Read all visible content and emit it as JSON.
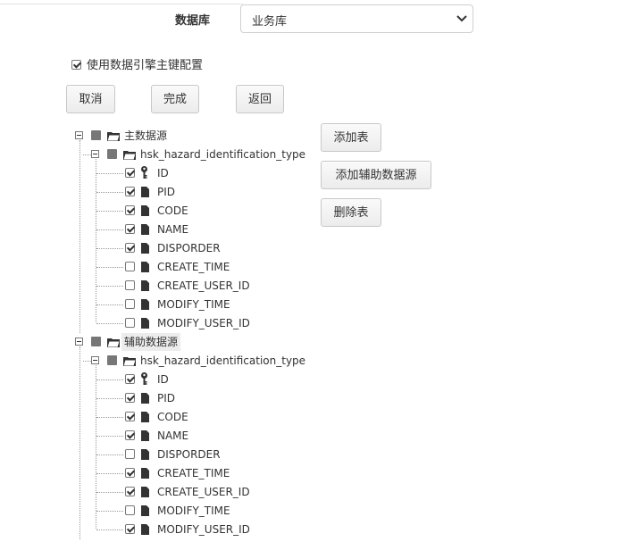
{
  "form": {
    "db_label": "数据库",
    "db_select_value": "业务库",
    "use_engine_pk_label": "使用数据引擎主键配置",
    "use_engine_pk_checked": true
  },
  "actions": {
    "cancel": "取消",
    "finish": "完成",
    "back": "返回"
  },
  "side_actions": {
    "add_table": "添加表",
    "add_aux_source": "添加辅助数据源",
    "delete_table": "删除表"
  },
  "tree": {
    "main_source": {
      "label": "主数据源",
      "table": "hsk_hazard_identification_type",
      "fields": [
        {
          "name": "ID",
          "checked": true,
          "icon": "key-icon"
        },
        {
          "name": "PID",
          "checked": true,
          "icon": "file-icon"
        },
        {
          "name": "CODE",
          "checked": true,
          "icon": "file-icon"
        },
        {
          "name": "NAME",
          "checked": true,
          "icon": "file-icon"
        },
        {
          "name": "DISPORDER",
          "checked": true,
          "icon": "file-icon"
        },
        {
          "name": "CREATE_TIME",
          "checked": false,
          "icon": "file-icon"
        },
        {
          "name": "CREATE_USER_ID",
          "checked": false,
          "icon": "file-icon"
        },
        {
          "name": "MODIFY_TIME",
          "checked": false,
          "icon": "file-icon"
        },
        {
          "name": "MODIFY_USER_ID",
          "checked": false,
          "icon": "file-icon"
        }
      ]
    },
    "aux_source": {
      "label": "辅助数据源",
      "table": "hsk_hazard_identification_type",
      "fields": [
        {
          "name": "ID",
          "checked": true,
          "icon": "key-icon"
        },
        {
          "name": "PID",
          "checked": true,
          "icon": "file-icon"
        },
        {
          "name": "CODE",
          "checked": true,
          "icon": "file-icon"
        },
        {
          "name": "NAME",
          "checked": true,
          "icon": "file-icon"
        },
        {
          "name": "DISPORDER",
          "checked": false,
          "icon": "file-icon"
        },
        {
          "name": "CREATE_TIME",
          "checked": true,
          "icon": "file-icon"
        },
        {
          "name": "CREATE_USER_ID",
          "checked": true,
          "icon": "file-icon"
        },
        {
          "name": "MODIFY_TIME",
          "checked": false,
          "icon": "file-icon"
        },
        {
          "name": "MODIFY_USER_ID",
          "checked": true,
          "icon": "file-icon"
        }
      ]
    }
  }
}
